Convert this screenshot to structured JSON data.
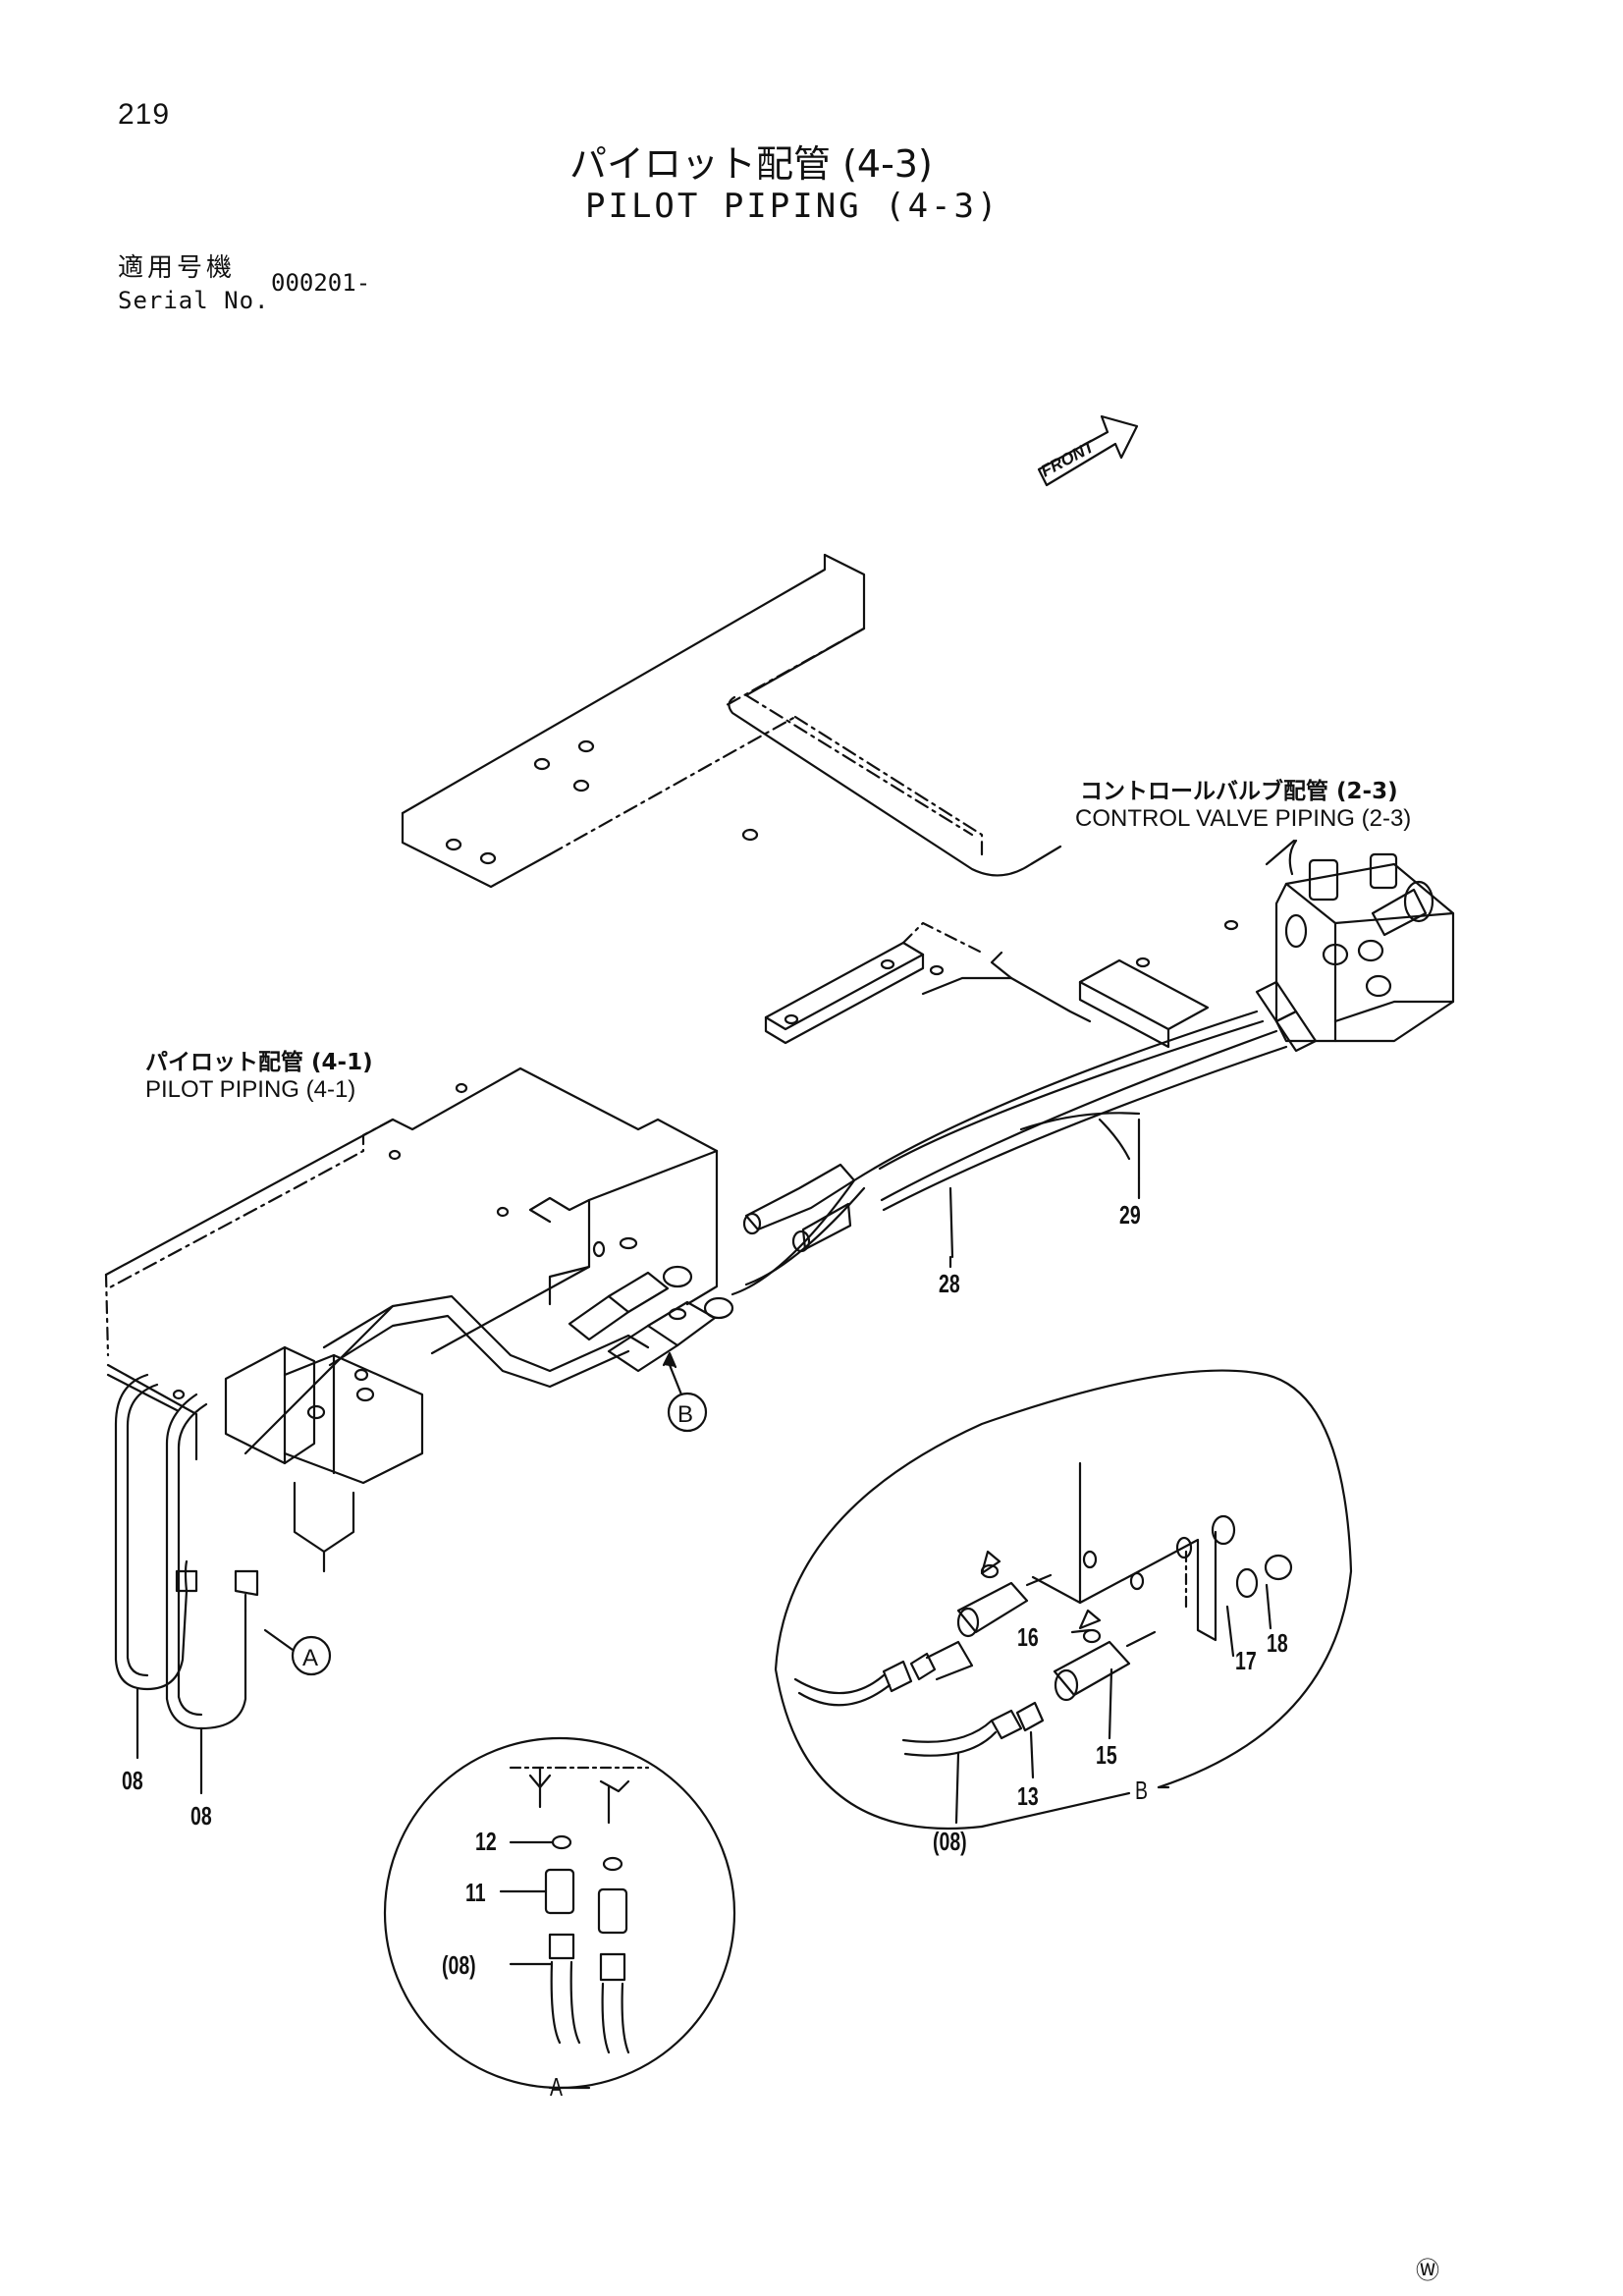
{
  "header": {
    "page_number": "219",
    "title_ja": "パイロット配管 (4-3)",
    "title_en": "PILOT PIPING (4-3)",
    "serial_label_ja": "適用号機",
    "serial_label_en": "Serial No.",
    "serial_value": "000201-"
  },
  "callouts": {
    "front_label": "FRONT",
    "control_valve_ja": "コントロールバルブ配管 (2-3)",
    "control_valve_en": "CONTROL VALVE PIPING (2-3)",
    "pilot_41_ja": "パイロット配管 (4-1)",
    "pilot_41_en": "PILOT PIPING (4-1)"
  },
  "detail_refs": {
    "a": "A",
    "b": "B",
    "detail_a_label": "A",
    "detail_b_label": "B"
  },
  "part_numbers": {
    "p28": "28",
    "p29": "29",
    "p08_left": "08",
    "p08_right": "08",
    "p08_detail_b": "(08)",
    "p13": "13",
    "p15": "15",
    "p16": "16",
    "p17": "17",
    "p18": "18",
    "p12": "12",
    "p11": "11",
    "p08_detail_a": "(08)"
  },
  "footer": {
    "mark": "Ⓦ"
  }
}
